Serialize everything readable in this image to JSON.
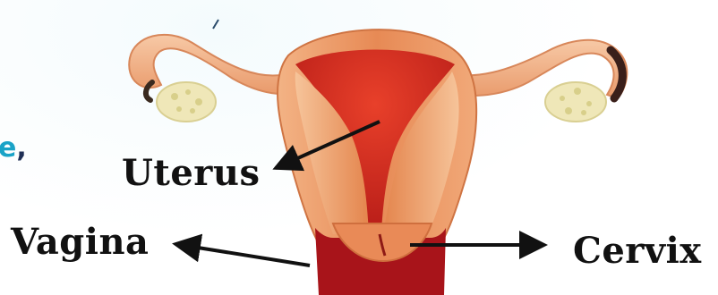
{
  "labels": {
    "uterus": "Uterus",
    "vagina": "Vagina",
    "cervix": "Cervix"
  },
  "fragment": {
    "letter": "e",
    "comma": ","
  },
  "colors": {
    "label_text": "#111111",
    "fragment_letter": "#1aa3c7",
    "tissue_outer": "#e58a5a",
    "tissue_inner": "#d9301f",
    "ovary": "#efe7b8"
  }
}
